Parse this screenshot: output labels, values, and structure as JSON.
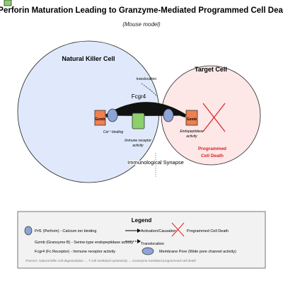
{
  "title": "Perforin Maturation Leading to Granzyme-Mediated Programmed Cell Death",
  "subtitle": "(Mouse model)",
  "nk_cell": {
    "label": "Natural Killer Cell"
  },
  "target_cell": {
    "label": "Target Cell"
  },
  "nodes": {
    "gzmb_left": "Gzmb",
    "gzmb_right": "Gzmb",
    "ca_binding": "Ca²⁺ binding",
    "immune_receptor": [
      "Immune receptor",
      "activity"
    ],
    "endopeptidase": [
      "Endopeptidase",
      "activity"
    ],
    "translocation": "translocation",
    "fcgr4": "Fcgr4",
    "programmed_death": [
      "Programmed",
      "Cell Death"
    ],
    "synapse": "Immunological Synapse"
  },
  "legend": {
    "title": "Legend",
    "prf1": "Prf1 (Perforin) - Calcium ion binding",
    "gzmb": "Gzmb (Granzyme B) - Serine-type endopeptidase activity",
    "fcgr4": "Fcgr4 (Fc Receptor) - Immune receptor activity",
    "activation": "Activation/Causation",
    "translocation": "Translocation",
    "membrane_pore": "Membrane Pore (Wide pore channel activity)",
    "programmed_death": "Programmed Cell Death",
    "process": "Process: Natural killer cell degranulation → T cell mediated cytotoxicity → Granzyme-mediated programmed cell death"
  },
  "colors": {
    "nk_fill": "#dfe9fb",
    "target_fill": "#fde7e7",
    "prf1": "#8ea3d6",
    "gzmb": "#f07f4f",
    "fcgr4": "#8bd06a",
    "death": "#e02020",
    "pore": "#111111"
  }
}
